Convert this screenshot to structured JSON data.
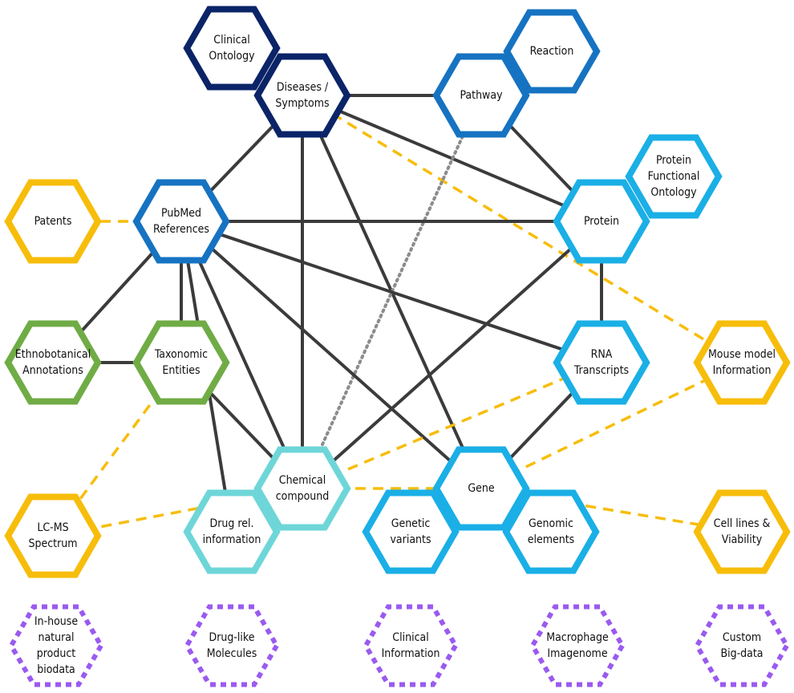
{
  "colors": {
    "navy": "#0b2468",
    "blue": "#1673c2",
    "lightblue": "#1aafe6",
    "teal": "#6ed6d8",
    "green": "#70ac46",
    "yellow": "#f7bd0b",
    "purple": "#9a5af0",
    "solid_edge": "#3b3b3b",
    "dotted_edge": "#8c8c8c",
    "dashed_edge": "#f7bd0b"
  },
  "nodes": [
    {
      "id": "clinical-ontology",
      "lines": [
        "Clinical",
        "Ontology"
      ],
      "color": "navy",
      "style": "solid"
    },
    {
      "id": "diseases-symptoms",
      "lines": [
        "Diseases /",
        "Symptoms"
      ],
      "color": "navy",
      "style": "solid"
    },
    {
      "id": "reaction",
      "lines": [
        "Reaction"
      ],
      "color": "blue",
      "style": "solid"
    },
    {
      "id": "pathway",
      "lines": [
        "Pathway"
      ],
      "color": "blue",
      "style": "solid"
    },
    {
      "id": "pubmed-references",
      "lines": [
        "PubMed",
        "References"
      ],
      "color": "blue",
      "style": "solid"
    },
    {
      "id": "protein-functional-ontology",
      "lines": [
        "Protein",
        "Functional",
        "Ontology"
      ],
      "color": "lightblue",
      "style": "solid"
    },
    {
      "id": "protein",
      "lines": [
        "Protein"
      ],
      "color": "lightblue",
      "style": "solid"
    },
    {
      "id": "rna-transcripts",
      "lines": [
        "RNA",
        "Transcripts"
      ],
      "color": "lightblue",
      "style": "solid"
    },
    {
      "id": "gene",
      "lines": [
        "Gene"
      ],
      "color": "lightblue",
      "style": "solid"
    },
    {
      "id": "genetic-variants",
      "lines": [
        "Genetic",
        "variants"
      ],
      "color": "lightblue",
      "style": "solid"
    },
    {
      "id": "genomic-elements",
      "lines": [
        "Genomic",
        "elements"
      ],
      "color": "lightblue",
      "style": "solid"
    },
    {
      "id": "chemical-compound",
      "lines": [
        "Chemical",
        "compound"
      ],
      "color": "teal",
      "style": "solid"
    },
    {
      "id": "drug-rel-information",
      "lines": [
        "Drug rel.",
        "information"
      ],
      "color": "teal",
      "style": "solid"
    },
    {
      "id": "ethnobotanical-annotations",
      "lines": [
        "Ethnobotanical",
        "Annotations"
      ],
      "color": "green",
      "style": "solid"
    },
    {
      "id": "taxonomic-entities",
      "lines": [
        "Taxonomic",
        "Entities"
      ],
      "color": "green",
      "style": "solid"
    },
    {
      "id": "patents",
      "lines": [
        "Patents"
      ],
      "color": "yellow",
      "style": "solid"
    },
    {
      "id": "lc-ms-spectrum",
      "lines": [
        "LC-MS",
        "Spectrum"
      ],
      "color": "yellow",
      "style": "solid"
    },
    {
      "id": "mouse-model-information",
      "lines": [
        "Mouse model",
        "Information"
      ],
      "color": "yellow",
      "style": "solid"
    },
    {
      "id": "cell-lines-viability",
      "lines": [
        "Cell lines &",
        "Viability"
      ],
      "color": "yellow",
      "style": "solid"
    },
    {
      "id": "in-house-natural-product-biodata",
      "lines": [
        "In-house",
        "natural",
        "product",
        "biodata"
      ],
      "color": "purple",
      "style": "dotted"
    },
    {
      "id": "drug-like-molecules",
      "lines": [
        "Drug-like",
        "Molecules"
      ],
      "color": "purple",
      "style": "dotted"
    },
    {
      "id": "clinical-information",
      "lines": [
        "Clinical",
        "Information"
      ],
      "color": "purple",
      "style": "dotted"
    },
    {
      "id": "macrophage-imagenome",
      "lines": [
        "Macrophage",
        "Imagenome"
      ],
      "color": "purple",
      "style": "dotted"
    },
    {
      "id": "custom-big-data",
      "lines": [
        "Custom",
        "Big-data"
      ],
      "color": "purple",
      "style": "dotted"
    }
  ],
  "edges": [
    {
      "from": "diseases-symptoms",
      "to": "pathway",
      "style": "solid"
    },
    {
      "from": "diseases-symptoms",
      "to": "protein",
      "style": "solid"
    },
    {
      "from": "diseases-symptoms",
      "to": "pubmed-references",
      "style": "solid"
    },
    {
      "from": "diseases-symptoms",
      "to": "chemical-compound",
      "style": "solid"
    },
    {
      "from": "diseases-symptoms",
      "to": "gene",
      "style": "solid"
    },
    {
      "from": "diseases-symptoms",
      "to": "mouse-model-information",
      "style": "dashed"
    },
    {
      "from": "pathway",
      "to": "protein",
      "style": "solid"
    },
    {
      "from": "pathway",
      "to": "chemical-compound",
      "style": "dotted"
    },
    {
      "from": "pubmed-references",
      "to": "protein",
      "style": "solid"
    },
    {
      "from": "pubmed-references",
      "to": "rna-transcripts",
      "style": "solid"
    },
    {
      "from": "pubmed-references",
      "to": "gene",
      "style": "solid"
    },
    {
      "from": "pubmed-references",
      "to": "chemical-compound",
      "style": "solid"
    },
    {
      "from": "pubmed-references",
      "to": "taxonomic-entities",
      "style": "solid"
    },
    {
      "from": "pubmed-references",
      "to": "ethnobotanical-annotations",
      "style": "solid"
    },
    {
      "from": "pubmed-references",
      "to": "drug-rel-information",
      "style": "solid"
    },
    {
      "from": "pubmed-references",
      "to": "patents",
      "style": "dashed"
    },
    {
      "from": "protein",
      "to": "rna-transcripts",
      "style": "solid"
    },
    {
      "from": "protein",
      "to": "chemical-compound",
      "style": "solid"
    },
    {
      "from": "rna-transcripts",
      "to": "gene",
      "style": "solid"
    },
    {
      "from": "rna-transcripts",
      "to": "chemical-compound",
      "style": "dashed"
    },
    {
      "from": "mouse-model-information",
      "to": "gene",
      "style": "dashed"
    },
    {
      "from": "gene",
      "to": "cell-lines-viability",
      "style": "dashed"
    },
    {
      "from": "chemical-compound",
      "to": "taxonomic-entities",
      "style": "solid"
    },
    {
      "from": "chemical-compound",
      "to": "gene",
      "style": "dashed"
    },
    {
      "from": "chemical-compound",
      "to": "lc-ms-spectrum",
      "style": "dashed"
    },
    {
      "from": "taxonomic-entities",
      "to": "ethnobotanical-annotations",
      "style": "solid"
    },
    {
      "from": "taxonomic-entities",
      "to": "lc-ms-spectrum",
      "style": "dashed"
    }
  ]
}
